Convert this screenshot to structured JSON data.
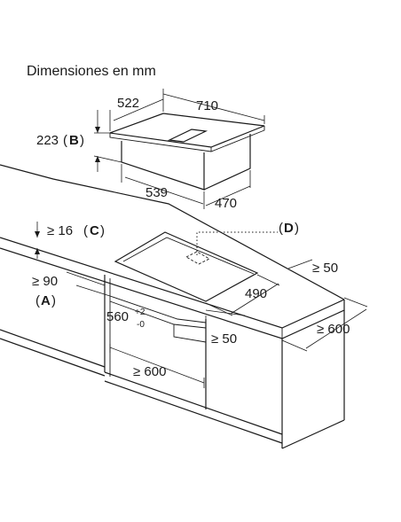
{
  "title": "Dimensiones en mm",
  "labels": {
    "d522": "522",
    "d710": "710",
    "d223": "223",
    "d539": "539",
    "d470": "470",
    "d16": "≥ 16",
    "d90": "≥ 90",
    "d490": "490",
    "d50_top": "≥ 50",
    "d50_low": "≥ 50",
    "d560": "560",
    "d560_tol_plus": "+2",
    "d560_tol_minus": "-0",
    "d600_front": "≥ 600",
    "d600_side": "≥ 600"
  },
  "refs": {
    "A": "A",
    "B": "B",
    "C": "C",
    "D": "D"
  }
}
